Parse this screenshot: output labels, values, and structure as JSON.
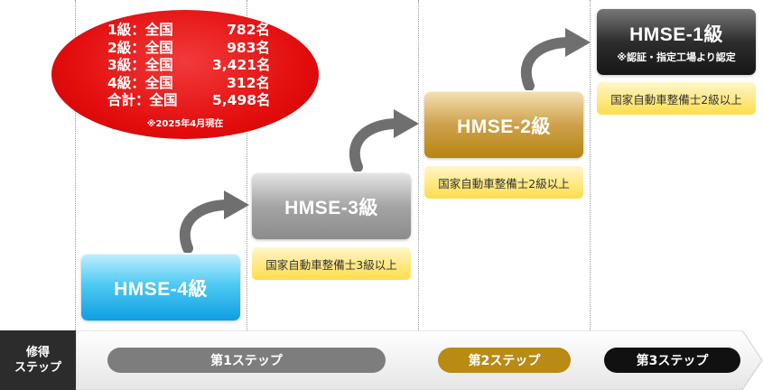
{
  "stats": {
    "rows": [
      {
        "label": "1級：全国",
        "value": "782名"
      },
      {
        "label": "2級：全国",
        "value": "983名"
      },
      {
        "label": "3級：全国",
        "value": "3,421名"
      },
      {
        "label": "4級：全国",
        "value": "312名"
      },
      {
        "label": "合計：全国",
        "value": "5,498名"
      }
    ],
    "as_of": "※2025年4月現在"
  },
  "levels": {
    "lv4": {
      "title": "HMSE-4級"
    },
    "lv3": {
      "title": "HMSE-3級",
      "requirement": "国家自動車整備士3級以上"
    },
    "lv2": {
      "title": "HMSE-2級",
      "requirement": "国家自動車整備士2級以上"
    },
    "lv1": {
      "title": "HMSE-1級",
      "note": "※認証・指定工場より認定",
      "requirement": "国家自動車整備士2級以上"
    }
  },
  "bottom": {
    "label_line1": "修得",
    "label_line2": "ステップ",
    "steps": [
      "第1ステップ",
      "第2ステップ",
      "第3ステップ"
    ]
  },
  "colors": {
    "ellipse": "#e30e0e",
    "step1": "#7d7d7d",
    "step2": "#b98a14",
    "step3": "#111111",
    "requirement": "#ffdd4a"
  }
}
